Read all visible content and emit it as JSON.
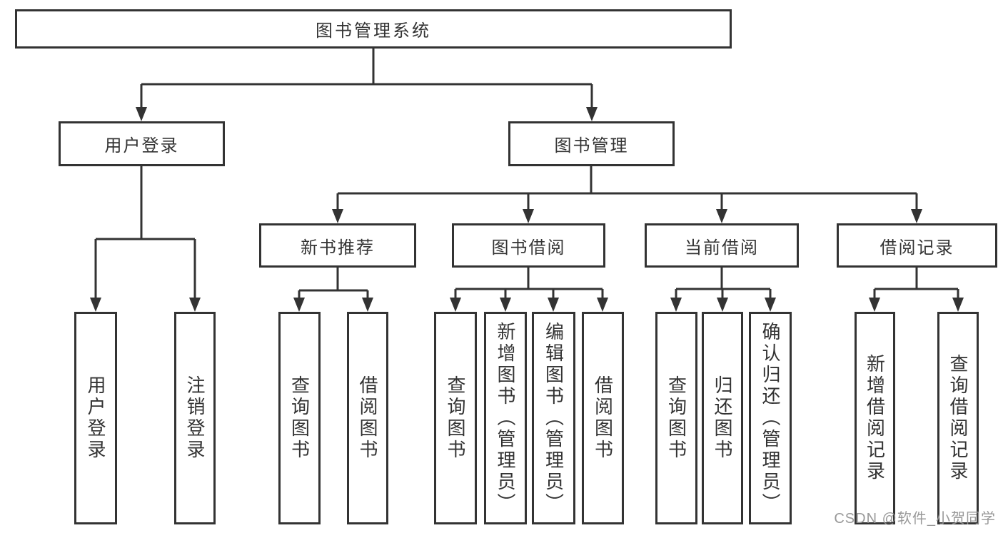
{
  "tree": {
    "root": {
      "label": "图书管理系统",
      "children": [
        {
          "label": "用户登录",
          "children": [
            {
              "label": "用户登录"
            },
            {
              "label": "注销登录"
            }
          ]
        },
        {
          "label": "图书管理",
          "children": [
            {
              "label": "新书推荐",
              "children": [
                {
                  "label": "查询图书"
                },
                {
                  "label": "借阅图书"
                }
              ]
            },
            {
              "label": "图书借阅",
              "children": [
                {
                  "label": "查询图书"
                },
                {
                  "label": "新增图书（管理员）"
                },
                {
                  "label": "编辑图书（管理员）"
                },
                {
                  "label": "借阅图书"
                }
              ]
            },
            {
              "label": "当前借阅",
              "children": [
                {
                  "label": "查询图书"
                },
                {
                  "label": "归还图书"
                },
                {
                  "label": "确认归还（管理员）"
                }
              ]
            },
            {
              "label": "借阅记录",
              "children": [
                {
                  "label": "新增借阅记录"
                },
                {
                  "label": "查询借阅记录"
                }
              ]
            }
          ]
        }
      ]
    }
  },
  "watermark": {
    "text": "CSDN @软件_小贺同学"
  },
  "colors": {
    "line": "#333333",
    "text": "#333333",
    "box_background": "#ffffff",
    "watermark": "#949494",
    "background": "#ffffff"
  }
}
